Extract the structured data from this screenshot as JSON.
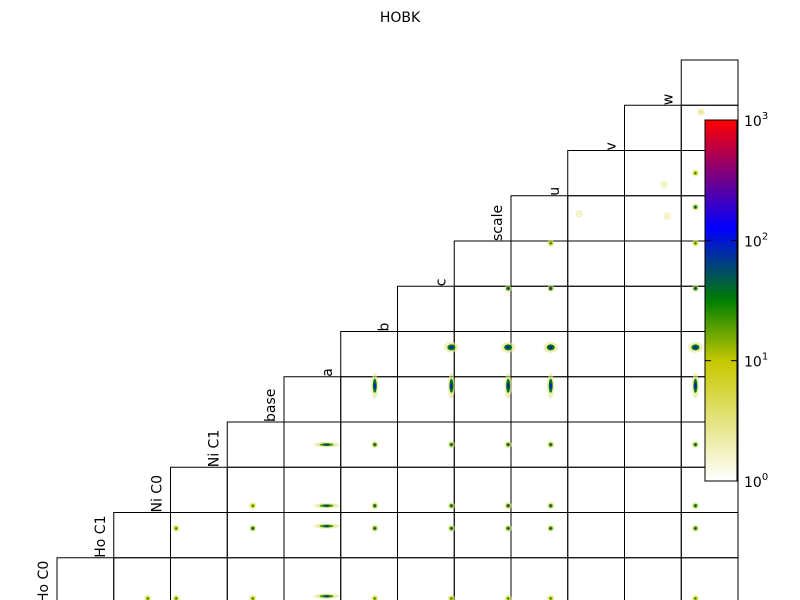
{
  "chart_data": {
    "type": "scatter",
    "title": "HOBK",
    "parameters": [
      "Ho C0",
      "Ho C1",
      "Ni C0",
      "Ni C1",
      "base",
      "a",
      "b",
      "c",
      "scale",
      "u",
      "v",
      "w"
    ],
    "colorbar": {
      "scale": "log",
      "range": [
        1,
        1000
      ],
      "ticks": [
        {
          "base": "10",
          "exp": "0"
        },
        {
          "base": "10",
          "exp": "1"
        },
        {
          "base": "10",
          "exp": "2"
        },
        {
          "base": "10",
          "exp": "3"
        }
      ],
      "colors": [
        "#ffffff",
        "#c8c800",
        "#007f00",
        "#0000ff",
        "#ff0000"
      ]
    },
    "panels": [
      {
        "row": 0,
        "col": 11,
        "fx": 0.35,
        "fy": 0.15,
        "spread": "small",
        "peak": 5
      },
      {
        "row": 1,
        "col": 10,
        "fx": 0.7,
        "fy": 0.75,
        "spread": "small",
        "peak": 3
      },
      {
        "row": 1,
        "col": 11,
        "fx": 0.25,
        "fy": 0.5,
        "spread": "small",
        "peak": 30
      },
      {
        "row": 2,
        "col": 9,
        "fx": 0.2,
        "fy": 0.4,
        "spread": "small",
        "peak": 3
      },
      {
        "row": 2,
        "col": 10,
        "fx": 0.75,
        "fy": 0.45,
        "spread": "small",
        "peak": 3
      },
      {
        "row": 2,
        "col": 11,
        "fx": 0.25,
        "fy": 0.25,
        "spread": "small",
        "peak": 60
      },
      {
        "row": 3,
        "col": 8,
        "fx": 0.7,
        "fy": 0.05,
        "spread": "small",
        "peak": 30
      },
      {
        "row": 3,
        "col": 11,
        "fx": 0.25,
        "fy": 0.05,
        "spread": "small",
        "peak": 30
      },
      {
        "row": 4,
        "col": 7,
        "fx": 0.95,
        "fy": 0.05,
        "spread": "small",
        "peak": 80
      },
      {
        "row": 4,
        "col": 8,
        "fx": 0.7,
        "fy": 0.05,
        "spread": "small",
        "peak": 80
      },
      {
        "row": 4,
        "col": 11,
        "fx": 0.25,
        "fy": 0.05,
        "spread": "small",
        "peak": 80
      },
      {
        "row": 5,
        "col": 6,
        "fx": 0.95,
        "fy": 0.35,
        "spread": "wide",
        "peak": 100
      },
      {
        "row": 5,
        "col": 7,
        "fx": 0.95,
        "fy": 0.35,
        "spread": "wide",
        "peak": 100
      },
      {
        "row": 5,
        "col": 8,
        "fx": 0.7,
        "fy": 0.35,
        "spread": "wide",
        "peak": 100
      },
      {
        "row": 5,
        "col": 11,
        "fx": 0.25,
        "fy": 0.35,
        "spread": "wide",
        "peak": 100
      },
      {
        "row": 6,
        "col": 5,
        "fx": 0.6,
        "fy": 0.2,
        "spread": "vertical",
        "peak": 100
      },
      {
        "row": 6,
        "col": 6,
        "fx": 0.95,
        "fy": 0.2,
        "spread": "vertical",
        "peak": 100
      },
      {
        "row": 6,
        "col": 7,
        "fx": 0.95,
        "fy": 0.2,
        "spread": "vertical",
        "peak": 100
      },
      {
        "row": 6,
        "col": 8,
        "fx": 0.7,
        "fy": 0.2,
        "spread": "vertical",
        "peak": 100
      },
      {
        "row": 6,
        "col": 11,
        "fx": 0.25,
        "fy": 0.2,
        "spread": "vertical",
        "peak": 100
      },
      {
        "row": 7,
        "col": 4,
        "fx": 0.75,
        "fy": 0.5,
        "spread": "horizontal",
        "peak": 60
      },
      {
        "row": 7,
        "col": 5,
        "fx": 0.6,
        "fy": 0.5,
        "spread": "small",
        "peak": 60
      },
      {
        "row": 7,
        "col": 6,
        "fx": 0.95,
        "fy": 0.5,
        "spread": "small",
        "peak": 60
      },
      {
        "row": 7,
        "col": 7,
        "fx": 0.95,
        "fy": 0.5,
        "spread": "small",
        "peak": 60
      },
      {
        "row": 7,
        "col": 8,
        "fx": 0.7,
        "fy": 0.5,
        "spread": "small",
        "peak": 60
      },
      {
        "row": 7,
        "col": 11,
        "fx": 0.25,
        "fy": 0.5,
        "spread": "small",
        "peak": 60
      },
      {
        "row": 8,
        "col": 3,
        "fx": 0.45,
        "fy": 0.85,
        "spread": "small",
        "peak": 30
      },
      {
        "row": 8,
        "col": 4,
        "fx": 0.75,
        "fy": 0.85,
        "spread": "horizontal",
        "peak": 60
      },
      {
        "row": 8,
        "col": 5,
        "fx": 0.6,
        "fy": 0.85,
        "spread": "small",
        "peak": 60
      },
      {
        "row": 8,
        "col": 6,
        "fx": 0.95,
        "fy": 0.85,
        "spread": "small",
        "peak": 60
      },
      {
        "row": 8,
        "col": 7,
        "fx": 0.95,
        "fy": 0.85,
        "spread": "small",
        "peak": 60
      },
      {
        "row": 8,
        "col": 8,
        "fx": 0.7,
        "fy": 0.85,
        "spread": "small",
        "peak": 60
      },
      {
        "row": 8,
        "col": 11,
        "fx": 0.25,
        "fy": 0.85,
        "spread": "small",
        "peak": 60
      },
      {
        "row": 9,
        "col": 2,
        "fx": 0.1,
        "fy": 0.35,
        "spread": "small",
        "peak": 30
      },
      {
        "row": 9,
        "col": 3,
        "fx": 0.45,
        "fy": 0.35,
        "spread": "small",
        "peak": 60
      },
      {
        "row": 9,
        "col": 4,
        "fx": 0.75,
        "fy": 0.3,
        "spread": "horizontal",
        "peak": 60
      },
      {
        "row": 9,
        "col": 5,
        "fx": 0.6,
        "fy": 0.35,
        "spread": "small",
        "peak": 60
      },
      {
        "row": 9,
        "col": 6,
        "fx": 0.95,
        "fy": 0.35,
        "spread": "small",
        "peak": 60
      },
      {
        "row": 9,
        "col": 7,
        "fx": 0.95,
        "fy": 0.35,
        "spread": "small",
        "peak": 60
      },
      {
        "row": 9,
        "col": 8,
        "fx": 0.7,
        "fy": 0.35,
        "spread": "small",
        "peak": 60
      },
      {
        "row": 9,
        "col": 11,
        "fx": 0.25,
        "fy": 0.35,
        "spread": "small",
        "peak": 60
      },
      {
        "row": 10,
        "col": 1,
        "fx": 0.6,
        "fy": 0.9,
        "spread": "small",
        "peak": 30
      },
      {
        "row": 10,
        "col": 2,
        "fx": 0.1,
        "fy": 0.9,
        "spread": "small",
        "peak": 30
      },
      {
        "row": 10,
        "col": 3,
        "fx": 0.45,
        "fy": 0.9,
        "spread": "small",
        "peak": 30
      },
      {
        "row": 10,
        "col": 4,
        "fx": 0.75,
        "fy": 0.85,
        "spread": "horizontal",
        "peak": 60
      },
      {
        "row": 10,
        "col": 5,
        "fx": 0.6,
        "fy": 0.9,
        "spread": "small",
        "peak": 30
      },
      {
        "row": 10,
        "col": 6,
        "fx": 0.95,
        "fy": 0.9,
        "spread": "small",
        "peak": 30
      },
      {
        "row": 10,
        "col": 7,
        "fx": 0.95,
        "fy": 0.9,
        "spread": "small",
        "peak": 30
      },
      {
        "row": 10,
        "col": 8,
        "fx": 0.7,
        "fy": 0.9,
        "spread": "small",
        "peak": 30
      },
      {
        "row": 10,
        "col": 11,
        "fx": 0.25,
        "fy": 0.9,
        "spread": "small",
        "peak": 30
      }
    ]
  }
}
